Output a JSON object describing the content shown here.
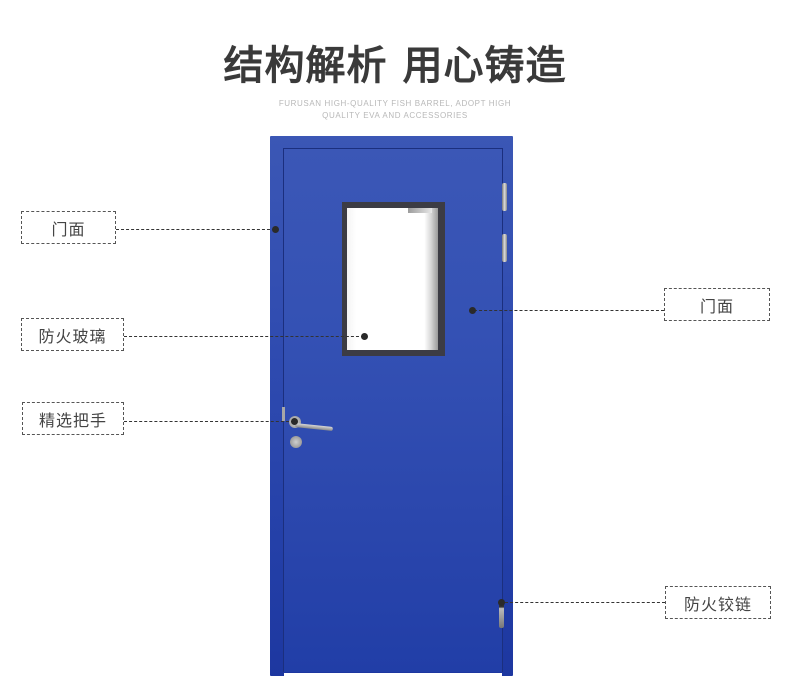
{
  "header": {
    "title": "结构解析 用心铸造",
    "subtitle_line1": "FURUSAN HIGH-QUALITY FISH BARREL, ADOPT HIGH",
    "subtitle_line2": "QUALITY EVA AND ACCESSORIES"
  },
  "door": {
    "color": "#2f4bb0",
    "frame_color": "#1b2f7e"
  },
  "callouts": [
    {
      "label": "门面",
      "side": "left"
    },
    {
      "label": "防火玻璃",
      "side": "left"
    },
    {
      "label": "精选把手",
      "side": "left"
    },
    {
      "label": "门面",
      "side": "right"
    },
    {
      "label": "防火铰链",
      "side": "right"
    }
  ]
}
